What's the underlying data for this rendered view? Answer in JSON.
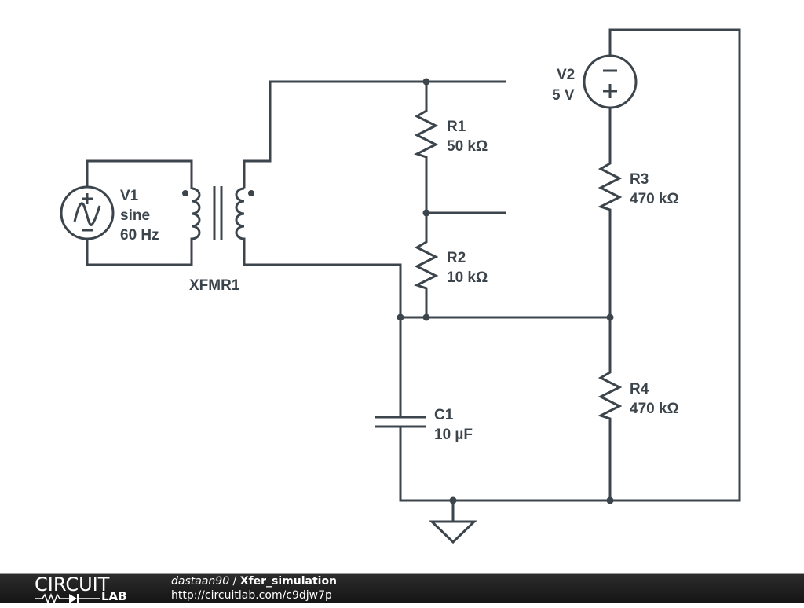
{
  "components": {
    "V1": {
      "name": "V1",
      "type": "sine",
      "value": "60 Hz"
    },
    "XFMR1": {
      "name": "XFMR1"
    },
    "V2": {
      "name": "V2",
      "value": "5 V"
    },
    "R1": {
      "name": "R1",
      "value": "50 kΩ"
    },
    "R2": {
      "name": "R2",
      "value": "10 kΩ"
    },
    "R3": {
      "name": "R3",
      "value": "470 kΩ"
    },
    "R4": {
      "name": "R4",
      "value": "470 kΩ"
    },
    "C1": {
      "name": "C1",
      "value": "10 µF"
    }
  },
  "footer": {
    "logo_top": "CIRCUIT",
    "logo_bottom": "LAB",
    "user": "dastaan90",
    "separator": " / ",
    "project": "Xfer_simulation",
    "url": "http://circuitlab.com/c9djw7p"
  },
  "colors": {
    "schematic": "#3c454c",
    "footer_bg": "#1e1e1e"
  }
}
